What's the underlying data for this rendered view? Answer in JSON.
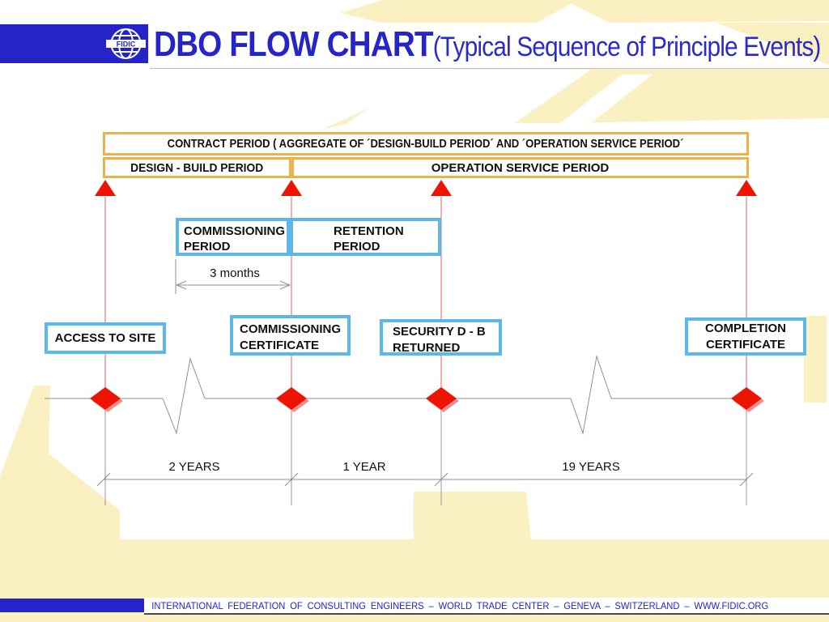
{
  "slide": {
    "logo": "FIDIC",
    "title": "DBO FLOW CHART",
    "subtitle": "(Typical Sequence of Principle Events)"
  },
  "contract_bar": {
    "aggregate": "CONTRACT PERIOD ( AGGREGATE OF ´DESIGN-BUILD PERIOD´ AND ´OPERATION SERVICE PERIOD´",
    "design_build": "DESIGN - BUILD PERIOD",
    "operation_service": "OPERATION SERVICE PERIOD"
  },
  "period_boxes": {
    "commissioning": "COMMISSIONING PERIOD",
    "retention": "RETENTION PERIOD",
    "commissioning_duration": "3 months"
  },
  "milestones": [
    "ACCESS TO SITE",
    "COMMISSIONING CERTIFICATE",
    "SECURITY D - B RETURNED",
    "COMPLETION CERTIFICATE"
  ],
  "timeline_durations": [
    "2 YEARS",
    "1 YEAR",
    "19 YEARS"
  ],
  "footer": "INTERNATIONAL FEDERATION OF CONSULTING ENGINEERS – WORLD TRADE CENTER – GENEVA – SWITZERLAND – WWW.FIDIC.ORG",
  "colors": {
    "brand_blue": "#2424C8",
    "accent_orange": "#F0B04A",
    "accent_sky": "#5CB8E8",
    "marker_red": "#EE1404",
    "background_yellow": "#FAF0C2",
    "line_gray": "#8f8f8f"
  }
}
